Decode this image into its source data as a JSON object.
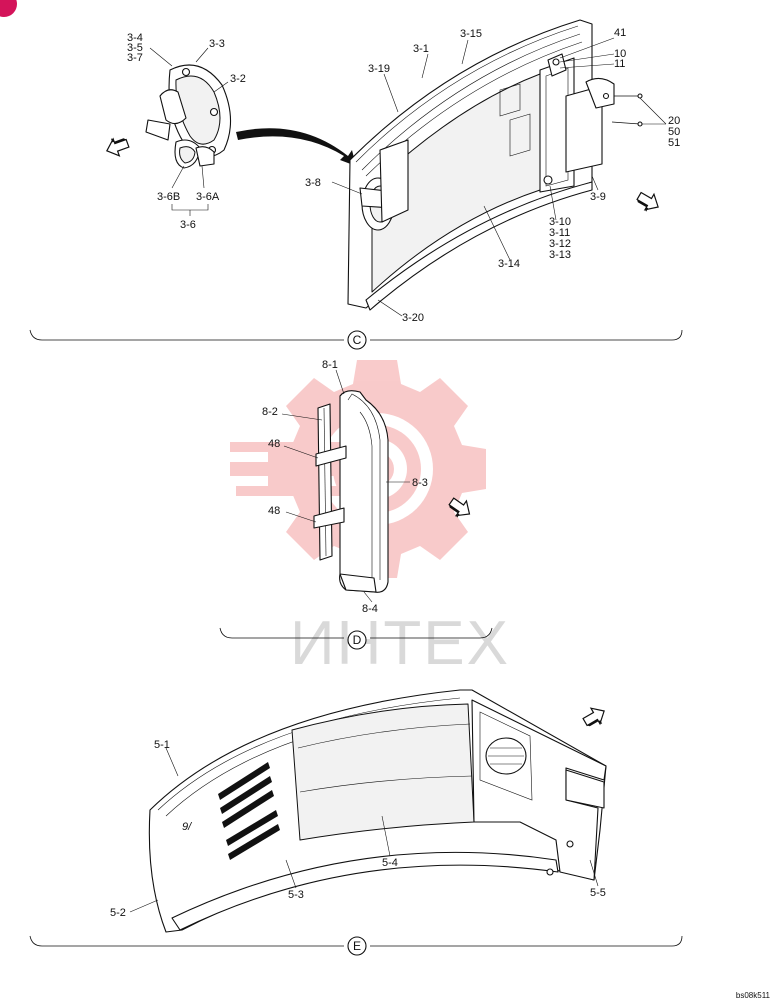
{
  "watermark": {
    "text": "ИНТЕХ",
    "color": "#f4a0a0"
  },
  "corner_badge": {
    "color": "#d4145a"
  },
  "footer_code": "bs08k511",
  "sections": {
    "c": "C",
    "d": "D",
    "e": "E"
  },
  "labels": {
    "c": [
      "3-4",
      "3-5",
      "3-7",
      "3-3",
      "3-2",
      "3-6B",
      "3-6A",
      "3-6",
      "3-1",
      "3-15",
      "41",
      "10",
      "11",
      "3-19",
      "20",
      "50",
      "51",
      "3-8",
      "3-9",
      "3-10",
      "3-11",
      "3-12",
      "3-13",
      "3-14",
      "3-20"
    ],
    "d": [
      "8-1",
      "8-2",
      "48",
      "8-3",
      "48",
      "8-4"
    ],
    "e": [
      "5-1",
      "5-4",
      "5-3",
      "5-2",
      "5-5"
    ]
  },
  "icons": [
    "arrow-left-icon",
    "arrow-right-icon"
  ]
}
